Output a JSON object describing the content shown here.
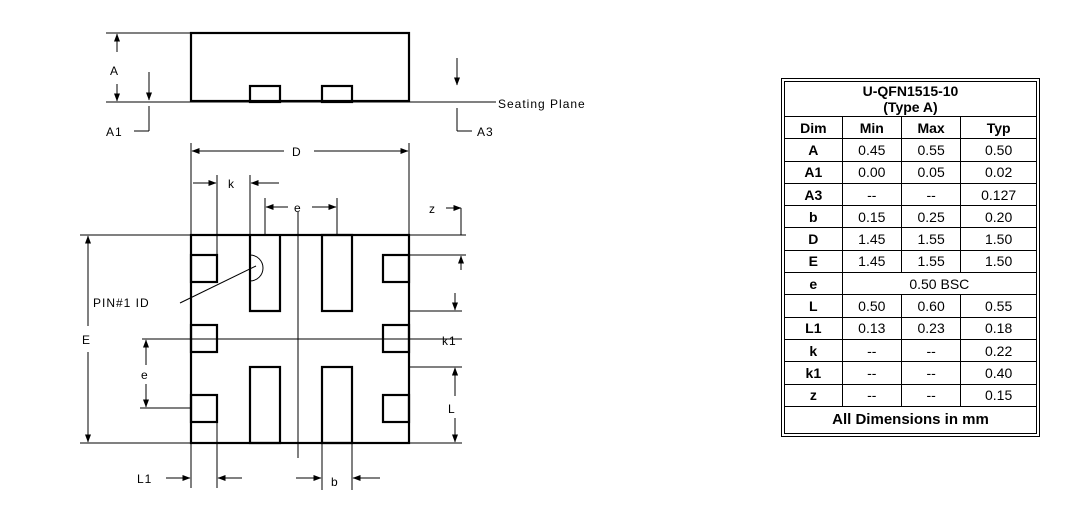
{
  "drawing": {
    "side_view_labels": {
      "A": "A",
      "A1": "A1",
      "A3": "A3",
      "seating_plane": "Seating Plane"
    },
    "top_view_labels": {
      "D": "D",
      "E": "E",
      "k": "k",
      "e_top": "e",
      "z": "z",
      "pin1": "PIN#1 ID",
      "k1": "k1",
      "e_left": "e",
      "L": "L",
      "L1": "L1",
      "b": "b"
    }
  },
  "table": {
    "title_line1": "U-QFN1515-10",
    "title_line2": "(Type A)",
    "headers": [
      "Dim",
      "Min",
      "Max",
      "Typ"
    ],
    "rows": [
      {
        "dim": "A",
        "min": "0.45",
        "max": "0.55",
        "typ": "0.50"
      },
      {
        "dim": "A1",
        "min": "0.00",
        "max": "0.05",
        "typ": "0.02"
      },
      {
        "dim": "A3",
        "min": "--",
        "max": "--",
        "typ": "0.127"
      },
      {
        "dim": "b",
        "min": "0.15",
        "max": "0.25",
        "typ": "0.20"
      },
      {
        "dim": "D",
        "min": "1.45",
        "max": "1.55",
        "typ": "1.50"
      },
      {
        "dim": "E",
        "min": "1.45",
        "max": "1.55",
        "typ": "1.50"
      },
      {
        "dim": "e",
        "span": "0.50 BSC"
      },
      {
        "dim": "L",
        "min": "0.50",
        "max": "0.60",
        "typ": "0.55"
      },
      {
        "dim": "L1",
        "min": "0.13",
        "max": "0.23",
        "typ": "0.18"
      },
      {
        "dim": "k",
        "min": "--",
        "max": "--",
        "typ": "0.22"
      },
      {
        "dim": "k1",
        "min": "--",
        "max": "--",
        "typ": "0.40"
      },
      {
        "dim": "z",
        "min": "--",
        "max": "--",
        "typ": "0.15"
      }
    ],
    "footer": "All Dimensions in mm"
  }
}
